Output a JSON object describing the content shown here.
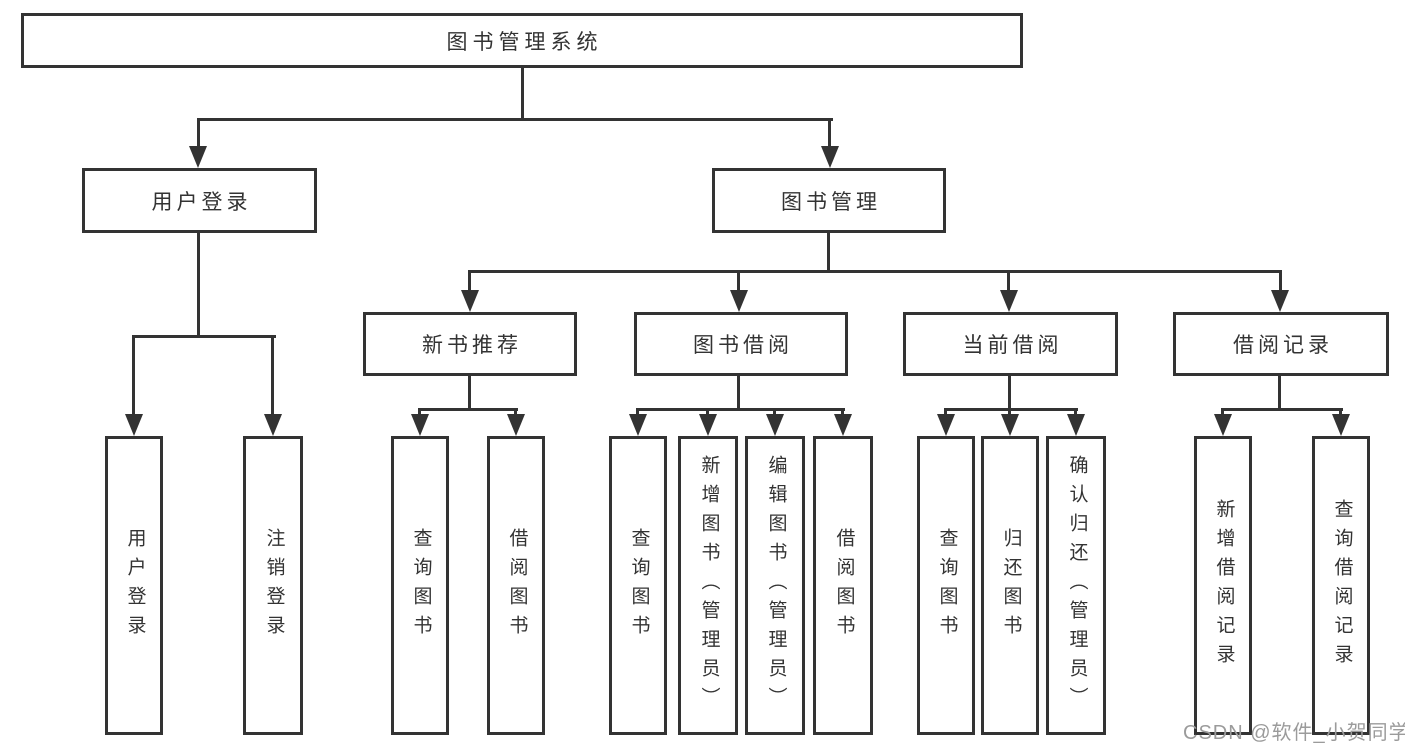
{
  "nodes": {
    "root": {
      "label": "图书管理系统"
    },
    "level2": [
      {
        "label": "用户登录"
      },
      {
        "label": "图书管理"
      }
    ],
    "level3": [
      {
        "label": "新书推荐"
      },
      {
        "label": "图书借阅"
      },
      {
        "label": "当前借阅"
      },
      {
        "label": "借阅记录"
      }
    ],
    "leaves": [
      {
        "label": "用户登录"
      },
      {
        "label": "注销登录"
      },
      {
        "label": "查询图书"
      },
      {
        "label": "借阅图书"
      },
      {
        "label": "查询图书"
      },
      {
        "label": "新增图书（管理员）"
      },
      {
        "label": "编辑图书（管理员）"
      },
      {
        "label": "借阅图书"
      },
      {
        "label": "查询图书"
      },
      {
        "label": "归还图书"
      },
      {
        "label": "确认归还（管理员）"
      },
      {
        "label": "新增借阅记录"
      },
      {
        "label": "查询借阅记录"
      }
    ]
  },
  "watermark": {
    "text": "CSDN @软件_小贺同学",
    "color": "#9b9b9b"
  },
  "colors": {
    "line": "#333333",
    "text": "#333333",
    "background": "#ffffff"
  }
}
